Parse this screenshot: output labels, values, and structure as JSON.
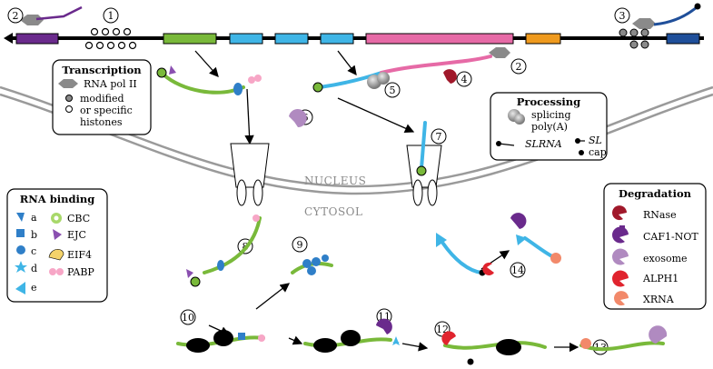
{
  "numbers": [
    "1",
    "2",
    "3",
    "4",
    "5",
    "6",
    "7",
    "8",
    "9",
    "10",
    "11",
    "12",
    "13",
    "14"
  ],
  "compartments": {
    "nucleus": "NUCLEUS",
    "cytosol": "CYTOSOL"
  },
  "transcription_legend": {
    "title": "Transcription",
    "items": [
      "RNA pol II",
      "modified",
      "or specific",
      "histones"
    ]
  },
  "processing_legend": {
    "title": "Processing",
    "items": [
      "splicing",
      "poly(A)",
      "SLRNA",
      "SL",
      "cap"
    ]
  },
  "rna_binding_legend": {
    "title": "RNA binding",
    "items": [
      "a",
      "b",
      "c",
      "d",
      "e",
      "CBC",
      "EJC",
      "EIF4",
      "PABP"
    ]
  },
  "degradation_legend": {
    "title": "Degradation",
    "items": [
      "RNase",
      "CAF1-NOT",
      "exosome",
      "ALPH1",
      "XRNA"
    ]
  },
  "colors": {
    "genes": [
      "#6a2a8c",
      "#79b93a",
      "#3fb5e6",
      "#3fb5e6",
      "#3fb5e6",
      "#e66aa6",
      "#ef9a1e",
      "#1f4f9a"
    ],
    "green_rna": "#79b93a",
    "blue_rna": "#3fb5e6",
    "pink_rna": "#e66aa6",
    "rnase": "#a0182a",
    "caf1": "#6a2a8c",
    "exosome": "#b08ac0",
    "alph1": "#e0242e",
    "xrna": "#f2896a"
  }
}
